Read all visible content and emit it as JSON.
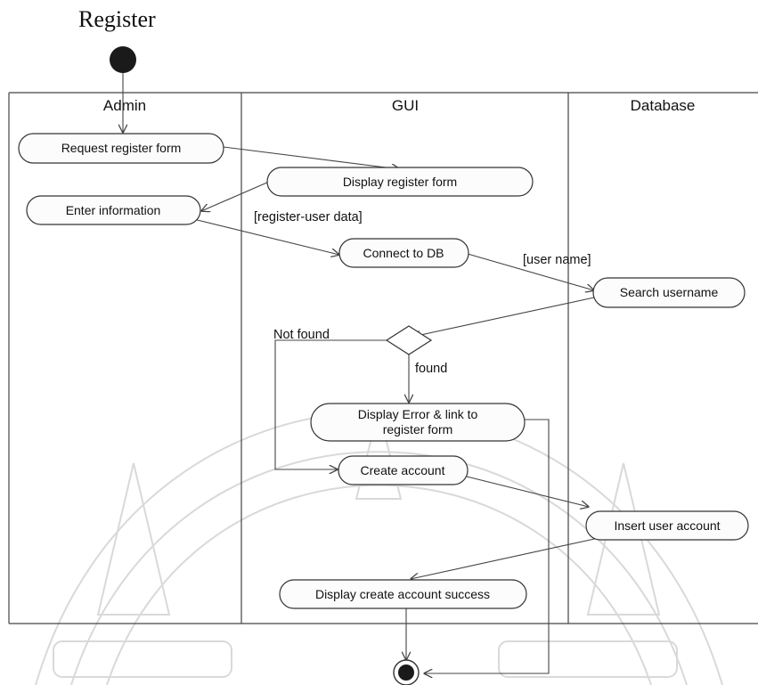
{
  "title": "Register",
  "lanes": {
    "admin": "Admin",
    "gui": "GUI",
    "database": "Database"
  },
  "activities": {
    "request_register_form": "Request register form",
    "display_register_form": "Display register form",
    "enter_information": "Enter information",
    "connect_to_db": "Connect to DB",
    "search_username": "Search username",
    "display_error_line1": "Display Error & link to",
    "display_error_line2": "register form",
    "create_account": "Create account",
    "insert_user_account": "Insert user account",
    "display_create_success": "Display create account success"
  },
  "guards": {
    "register_user_data": "[register-user data]",
    "user_name": "[user name]",
    "not_found": "Not found",
    "found": "found"
  },
  "colors": {
    "line": "#444444",
    "node_fill": "#1a1a1a",
    "watermark": "#d9d9d9"
  }
}
